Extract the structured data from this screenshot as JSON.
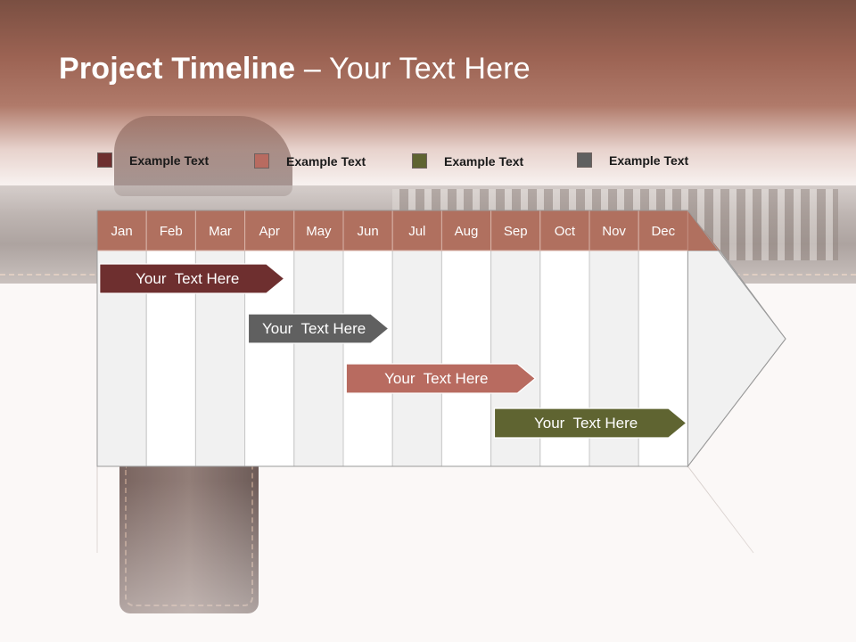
{
  "title": {
    "bold": "Project Timeline",
    "rest": " – Your Text Here"
  },
  "legend": [
    {
      "label": "Example Text",
      "color": "#6e2f2f"
    },
    {
      "label": "Example Text",
      "color": "#b86b60"
    },
    {
      "label": "Example Text",
      "color": "#5f6431"
    },
    {
      "label": "Example Text",
      "color": "#606060"
    }
  ],
  "months": [
    "Jan",
    "Feb",
    "Mar",
    "Apr",
    "May",
    "Jun",
    "Jul",
    "Aug",
    "Sep",
    "Oct",
    "Nov",
    "Dec"
  ],
  "tasks": [
    {
      "label": "Your  Text Here",
      "color": "#6e2f2f",
      "start": 0.05,
      "end": 3.8
    },
    {
      "label": "Your  Text Here",
      "color": "#606060",
      "start": 3.07,
      "end": 5.92
    },
    {
      "label": "Your  Text Here",
      "color": "#b86b60",
      "start": 5.06,
      "end": 8.9
    },
    {
      "label": "Your  Text Here",
      "color": "#5f6431",
      "start": 8.07,
      "end": 11.97
    }
  ],
  "colors": {
    "header_cell": "#b0705f",
    "column_shaded": "#f1f1f1",
    "column_plain": "#ffffff",
    "grid_line": "#c8c8c8"
  }
}
